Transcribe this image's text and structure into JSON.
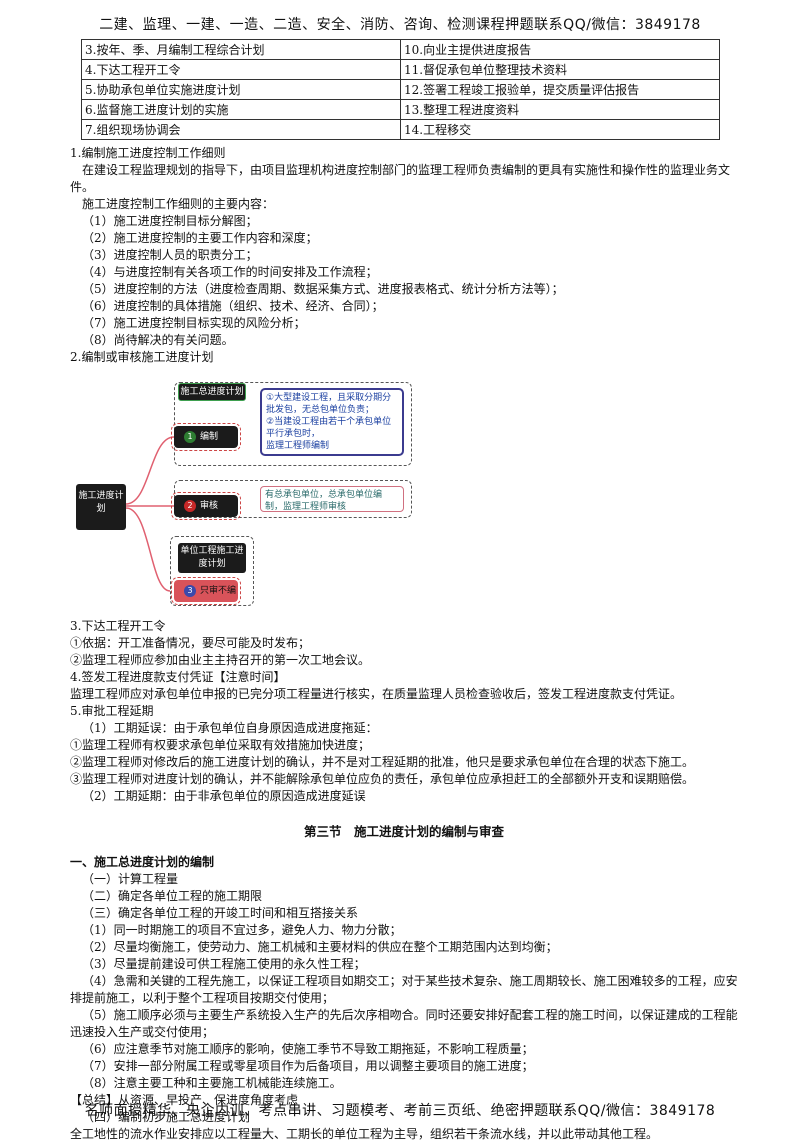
{
  "header": {
    "text": "二建、监理、一建、一造、二造、安全、消防、咨询、检测课程押题联系QQ/微信：3849178"
  },
  "footer": {
    "text": "名师面授精华、央企内训、考点串讲、习题模考、考前三页纸、绝密押题联系QQ/微信：3849178"
  },
  "task_table": [
    [
      "3.按年、季、月编制工程综合计划",
      "10.向业主提供进度报告"
    ],
    [
      "4.下达工程开工令",
      "11.督促承包单位整理技术资料"
    ],
    [
      "5.协助承包单位实施进度计划",
      "12.签署工程竣工报验单，提交质量评估报告"
    ],
    [
      "6.监督施工进度计划的实施",
      "13.整理工程进度资料"
    ],
    [
      "7.组织现场协调会",
      "14.工程移交"
    ]
  ],
  "s1": {
    "title": "1.编制施工进度控制工作细则",
    "intro": "在建设工程监理规划的指导下，由项目监理机构进度控制部门的监理工程师负责编制的更具有实施性和操作性的监理业务文件。",
    "lead": "施工进度控制工作细则的主要内容：",
    "items": [
      "（1）施工进度控制目标分解图；",
      "（2）施工进度控制的主要工作内容和深度；",
      "（3）进度控制人员的职责分工；",
      "（4）与进度控制有关各项工作的时间安排及工作流程；",
      "（5）进度控制的方法（进度检查周期、数据采集方式、进度报表格式、统计分析方法等）；",
      "（6）进度控制的具体措施（组织、技术、经济、合同）；",
      "（7）施工进度控制目标实现的风险分析；",
      "（8）尚待解决的有关问题。"
    ]
  },
  "s2": {
    "title": "2.编制或审核施工进度计划"
  },
  "diagram": {
    "root": "施工进度计划",
    "top_label": "施工总进度计划",
    "branch1_num": "1",
    "branch1": "编制",
    "branch1_note": [
      "①大型建设工程，且采取分期分批发包，无总包单位负责；",
      "②当建设工程由若干个承包单位平行承包时，",
      "监理工程师编制"
    ],
    "branch2_num": "2",
    "branch2": "审核",
    "branch2_note": "有总承包单位，总承包单位编制，监理工程师审核",
    "unit_label": "单位工程施工进度计划",
    "branch3_num": "3",
    "branch3": "只审不编"
  },
  "s3": {
    "title": "3.下达工程开工令",
    "items": [
      "①依据：开工准备情况，要尽可能及时发布；",
      "②监理工程师应参加由业主主持召开的第一次工地会议。"
    ]
  },
  "s4": {
    "title": "4.签发工程进度款支付凭证【注意时间】",
    "text": "监理工程师应对承包单位申报的已完分项工程量进行核实，在质量监理人员检查验收后，签发工程进度款支付凭证。"
  },
  "s5": {
    "title": "5.审批工程延期",
    "sub1": "（1）工期延误：由于承包单位自身原因造成进度拖延：",
    "items": [
      "①监理工程师有权要求承包单位采取有效措施加快进度；",
      "②监理工程师对修改后的施工进度计划的确认，并不是对工程延期的批准，他只是要求承包单位在合理的状态下施工。",
      "③监理工程师对进度计划的确认，并不能解除承包单位应负的责任，承包单位应承担赶工的全部额外开支和误期赔偿。"
    ],
    "sub2": "（2）工期延期：由于非承包单位的原因造成进度延误"
  },
  "section3": {
    "title": "第三节　施工进度计划的编制与审查"
  },
  "part1": {
    "title": "一、施工总进度计划的编制",
    "sub1": "（一）计算工程量",
    "sub2": "（二）确定各单位工程的施工期限",
    "sub3": "（三）确定各单位工程的开竣工时间和相互搭接关系",
    "items": [
      "（1）同一时期施工的项目不宜过多，避免人力、物力分散；",
      "（2）尽量均衡施工，使劳动力、施工机械和主要材料的供应在整个工期范围内达到均衡；",
      "（3）尽量提前建设可供工程施工使用的永久性工程；",
      "（4）急需和关键的工程先施工，以保证工程项目如期交工；对于某些技术复杂、施工周期较长、施工困难较多的工程，应安排提前施工，以利于整个工程项目按期交付使用；",
      "（5）施工顺序必须与主要生产系统投入生产的先后次序相吻合。同时还要安排好配套工程的施工时间，以保证建成的工程能迅速投入生产或交付使用；",
      "（6）应注意季节对施工顺序的影响，使施工季节不导致工期拖延，不影响工程质量；",
      "（7）安排一部分附属工程或零星项目作为后备项目，用以调整主要项目的施工进度；",
      "（8）注意主要工种和主要施工机械能连续施工。"
    ],
    "summary": "【总结】从资源、早投产、保进度角度考虑",
    "sub4": "（四）编制初步施工总进度计划",
    "last": "全工地性的流水作业安排应以工程量大、工期长的单位工程为主导，组织若干条流水线，并以此带动其他工程。"
  }
}
